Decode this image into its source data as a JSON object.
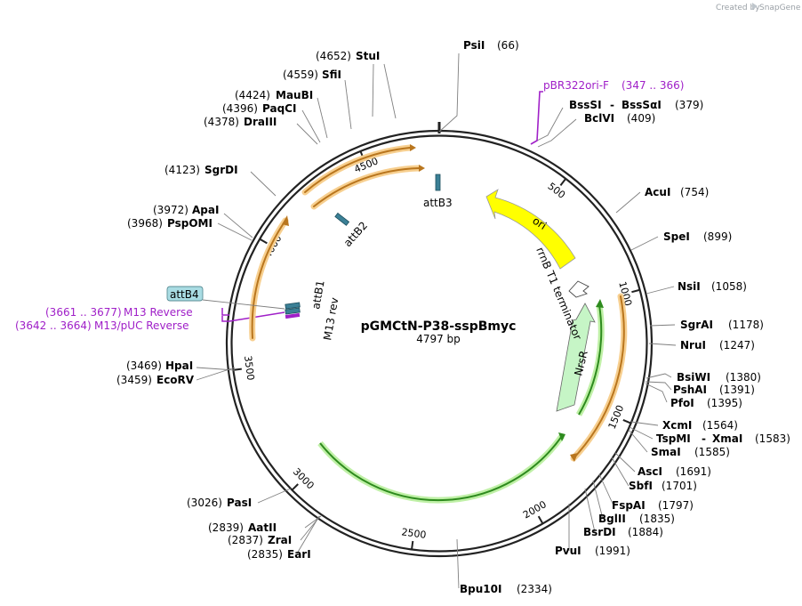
{
  "brand": {
    "created_by": "Created by",
    "app": "SnapGene"
  },
  "map": {
    "name": "pGMCtN-P38-sspBmyc",
    "length_label": "4797 bp",
    "length_bp": 4797,
    "ticks": [
      {
        "bp": 500,
        "label": "500"
      },
      {
        "bp": 1000,
        "label": "1000"
      },
      {
        "bp": 1500,
        "label": "1500"
      },
      {
        "bp": 2000,
        "label": "2000"
      },
      {
        "bp": 2500,
        "label": "2500"
      },
      {
        "bp": 3000,
        "label": "3000"
      },
      {
        "bp": 3500,
        "label": "3500"
      },
      {
        "bp": 4000,
        "label": "4000"
      },
      {
        "bp": 4500,
        "label": "4500"
      }
    ]
  },
  "sites": [
    {
      "name": "PsiI",
      "pos": "(66)"
    },
    {
      "name": "BssSI",
      "name2": "BssSαI",
      "pos": "(379)"
    },
    {
      "name": "BclVI",
      "pos": "(409)"
    },
    {
      "name": "AcuI",
      "pos": "(754)"
    },
    {
      "name": "SpeI",
      "pos": "(899)"
    },
    {
      "name": "NsiI",
      "pos": "(1058)"
    },
    {
      "name": "SgrAI",
      "pos": "(1178)"
    },
    {
      "name": "NruI",
      "pos": "(1247)"
    },
    {
      "name": "BsiWI",
      "pos": "(1380)"
    },
    {
      "name": "PshAI",
      "pos": "(1391)"
    },
    {
      "name": "PfoI",
      "pos": "(1395)"
    },
    {
      "name": "XcmI",
      "pos": "(1564)"
    },
    {
      "name": "TspMI",
      "name2": "XmaI",
      "pos": "(1583)"
    },
    {
      "name": "SmaI",
      "pos": "(1585)"
    },
    {
      "name": "AscI",
      "pos": "(1691)"
    },
    {
      "name": "SbfI",
      "pos": "(1701)"
    },
    {
      "name": "FspAI",
      "pos": "(1797)"
    },
    {
      "name": "BglII",
      "pos": "(1835)"
    },
    {
      "name": "BsrDI",
      "pos": "(1884)"
    },
    {
      "name": "PvuI",
      "pos": "(1991)"
    },
    {
      "name": "Bpu10I",
      "pos": "(2334)"
    },
    {
      "name": "PasI",
      "pos": "(3026)"
    },
    {
      "name": "AatII",
      "pos": "(2839)"
    },
    {
      "name": "ZraI",
      "pos": "(2837)"
    },
    {
      "name": "EarI",
      "pos": "(2835)"
    },
    {
      "name": "HpaI",
      "pos": "(3469)"
    },
    {
      "name": "EcoRV",
      "pos": "(3459)"
    },
    {
      "name": "ApaI",
      "pos": "(3972)"
    },
    {
      "name": "PspOMI",
      "pos": "(3968)"
    },
    {
      "name": "SgrDI",
      "pos": "(4123)"
    },
    {
      "name": "DraIII",
      "pos": "(4378)"
    },
    {
      "name": "PaqCI",
      "pos": "(4396)"
    },
    {
      "name": "MauBI",
      "pos": "(4424)"
    },
    {
      "name": "SfiI",
      "pos": "(4559)"
    },
    {
      "name": "StuI",
      "pos": "(4652)"
    }
  ],
  "primers": [
    {
      "name": "pBR322ori-F",
      "range": "(347 .. 366)"
    },
    {
      "name": "M13 Reverse",
      "range": "(3661 .. 3677)"
    },
    {
      "name": "M13/pUC Reverse",
      "range": "(3642 .. 3664)"
    }
  ],
  "features": {
    "ori": "ori",
    "terminator": "rrnB T1 terminator",
    "nrsr": "NrsR",
    "attB1": "attB1",
    "attB2": "attB2",
    "attB3": "attB3",
    "attB4": "attB4",
    "m13rev": "M13 rev"
  },
  "colors": {
    "backbone": "#222222",
    "ori": "#ffff00",
    "nrsr": "#c6f5c6",
    "orange_arc": "#b9761e",
    "green_arc": "#2e8b1e",
    "primer": "#a020c8",
    "att": "#3b8096"
  }
}
